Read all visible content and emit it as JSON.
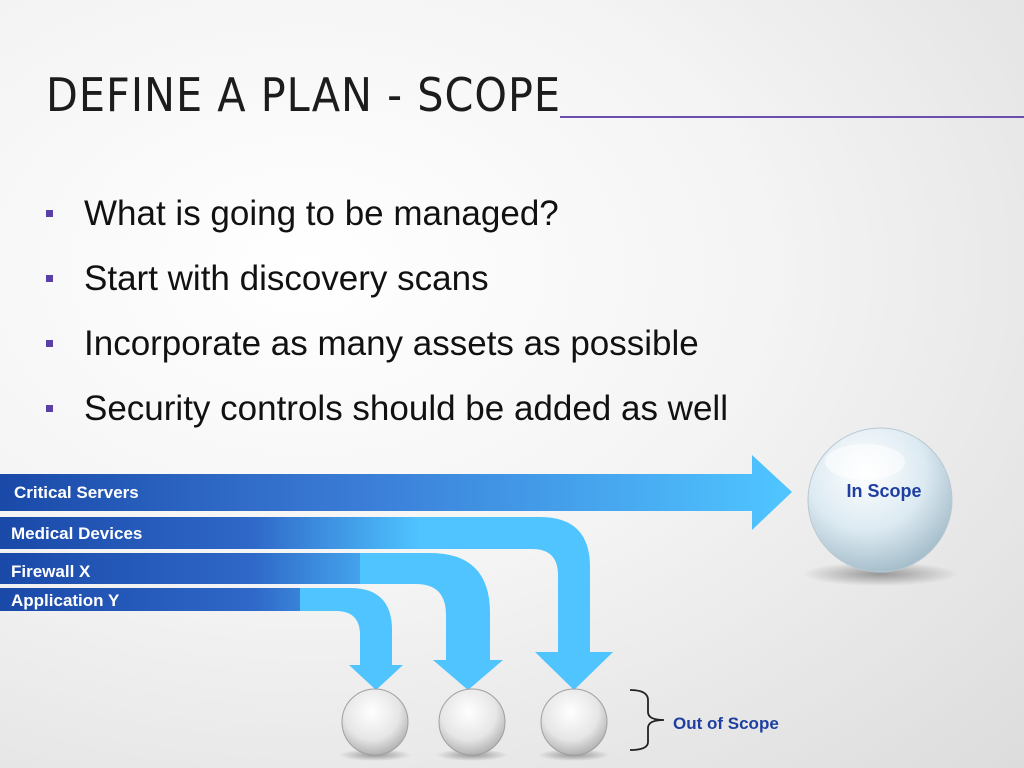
{
  "slide": {
    "title": "DEFINE A PLAN - SCOPE",
    "bullets": [
      "What is going to be managed?",
      "Start with discovery scans",
      "Incorporate as many assets as possible",
      "Security controls should be added as well"
    ]
  },
  "diagram": {
    "streams": [
      {
        "label": "Critical Servers",
        "destination": "In Scope"
      },
      {
        "label": "Medical Devices",
        "destination": "Out of Scope"
      },
      {
        "label": "Firewall X",
        "destination": "Out of Scope"
      },
      {
        "label": "Application Y",
        "destination": "Out of Scope"
      }
    ],
    "in_scope_label": "In Scope",
    "out_of_scope_label": "Out of Scope",
    "colors": {
      "stream_dark": "#1a49a8",
      "stream_light": "#4fc4ff",
      "label_text": "#ffffff",
      "scope_text": "#1f3fa0",
      "bullet": "#5a3fa6",
      "title_rule": "#6a4fae"
    }
  }
}
